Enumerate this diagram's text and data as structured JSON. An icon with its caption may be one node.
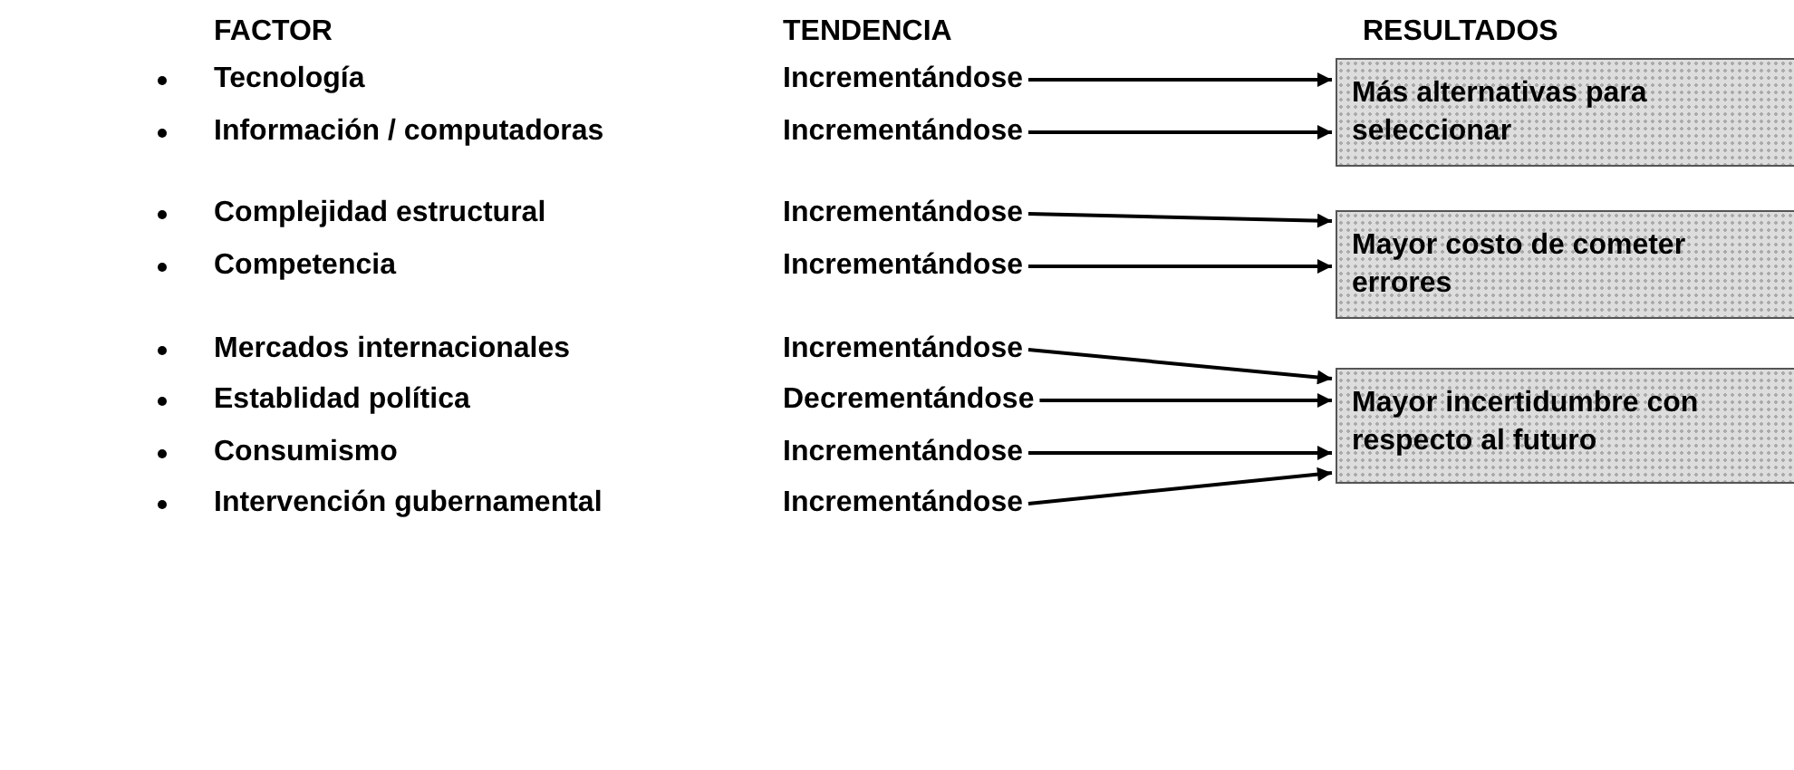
{
  "diagram": {
    "nodes": [
      {
        "text": [
          "Incrementándose"
        ]
      },
      {
        "text": [
          "Incrementándose"
        ]
      },
      {
        "text": [
          "Incrementándose"
        ]
      },
      {
        "text": [
          "Incrementándose"
        ]
      },
      {
        "text": [
          "Incrementándose"
        ]
      },
      {
        "text": [
          "Decrementándose"
        ]
      },
      {
        "text": [
          "Incrementándose"
        ]
      },
      {
        "text": [
          "Incrementándose"
        ]
      },
      {
        "text": [
          "Más alternativas para seleccionar"
        ]
      },
      {
        "text": [
          "Mayor costo de cometer errores"
        ]
      },
      {
        "text": [
          "Mayor incertidumbre con respecto al futuro"
        ]
      }
    ],
    "edges": [
      {
        "from": 0,
        "to": 8,
        "arrow": "to"
      },
      {
        "from": 1,
        "to": 8,
        "arrow": "to"
      },
      {
        "from": 2,
        "to": 9,
        "arrow": "to"
      },
      {
        "from": 3,
        "to": 9,
        "arrow": "to"
      },
      {
        "from": 4,
        "to": 10,
        "arrow": "to"
      },
      {
        "from": 5,
        "to": 10,
        "arrow": "to"
      },
      {
        "from": 6,
        "to": 10,
        "arrow": "to"
      },
      {
        "from": 7,
        "to": 10,
        "arrow": "to"
      }
    ],
    "labels": [
      "FACTOR",
      "TENDENCIA",
      "RESULTADOS",
      "Tecnología",
      "Información / computadoras",
      "Complejidad estructural",
      "Competencia",
      "Mercados internacionales",
      "Establidad política",
      "Consumismo",
      "Intervención gubernamental"
    ]
  }
}
